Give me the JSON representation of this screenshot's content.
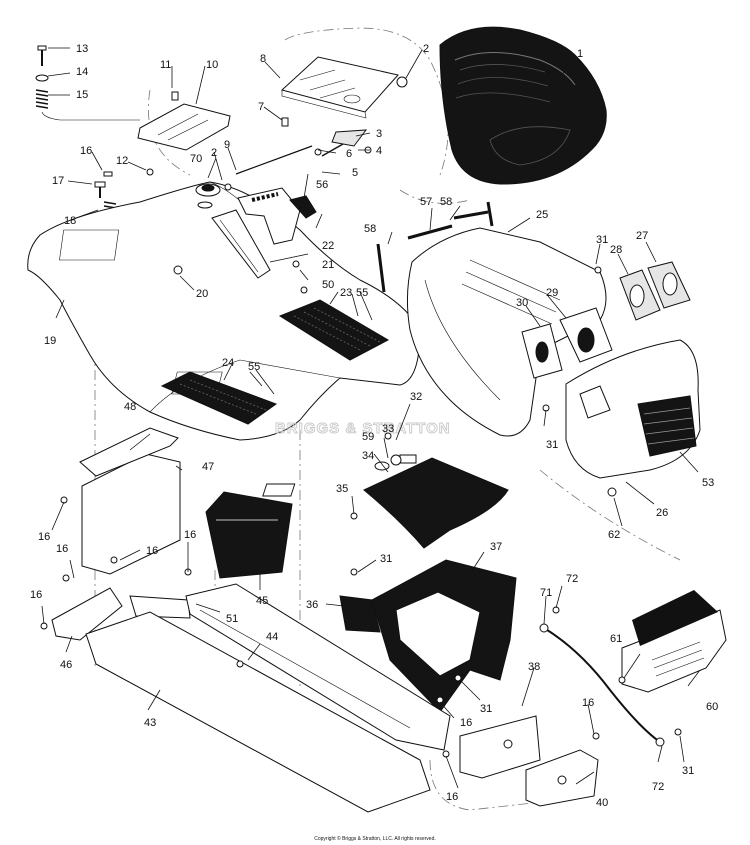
{
  "watermark": "BRIGGS & STRATTON",
  "copyright": "Copyright © Briggs & Stratton, LLC. All rights reserved.",
  "callouts": [
    {
      "id": "c1",
      "label": "1"
    },
    {
      "id": "c2a",
      "label": "2"
    },
    {
      "id": "c2b",
      "label": "2"
    },
    {
      "id": "c3",
      "label": "3"
    },
    {
      "id": "c4",
      "label": "4"
    },
    {
      "id": "c5",
      "label": "5"
    },
    {
      "id": "c6",
      "label": "6"
    },
    {
      "id": "c7",
      "label": "7"
    },
    {
      "id": "c8",
      "label": "8"
    },
    {
      "id": "c9",
      "label": "9"
    },
    {
      "id": "c10",
      "label": "10"
    },
    {
      "id": "c11",
      "label": "11"
    },
    {
      "id": "c12",
      "label": "12"
    },
    {
      "id": "c13",
      "label": "13"
    },
    {
      "id": "c14",
      "label": "14"
    },
    {
      "id": "c15",
      "label": "15"
    },
    {
      "id": "c16a",
      "label": "16"
    },
    {
      "id": "c16b",
      "label": "16"
    },
    {
      "id": "c16c",
      "label": "16"
    },
    {
      "id": "c16d",
      "label": "16"
    },
    {
      "id": "c16e",
      "label": "16"
    },
    {
      "id": "c16f",
      "label": "16"
    },
    {
      "id": "c16g",
      "label": "16"
    },
    {
      "id": "c16h",
      "label": "16"
    },
    {
      "id": "c16i",
      "label": "16"
    },
    {
      "id": "c17",
      "label": "17"
    },
    {
      "id": "c18",
      "label": "18"
    },
    {
      "id": "c19",
      "label": "19"
    },
    {
      "id": "c20",
      "label": "20"
    },
    {
      "id": "c21",
      "label": "21"
    },
    {
      "id": "c22",
      "label": "22"
    },
    {
      "id": "c23",
      "label": "23"
    },
    {
      "id": "c24",
      "label": "24"
    },
    {
      "id": "c25",
      "label": "25"
    },
    {
      "id": "c26",
      "label": "26"
    },
    {
      "id": "c27",
      "label": "27"
    },
    {
      "id": "c28",
      "label": "28"
    },
    {
      "id": "c29",
      "label": "29"
    },
    {
      "id": "c30",
      "label": "30"
    },
    {
      "id": "c31a",
      "label": "31"
    },
    {
      "id": "c31b",
      "label": "31"
    },
    {
      "id": "c31c",
      "label": "31"
    },
    {
      "id": "c31d",
      "label": "31"
    },
    {
      "id": "c31e",
      "label": "31"
    },
    {
      "id": "c32",
      "label": "32"
    },
    {
      "id": "c33",
      "label": "33"
    },
    {
      "id": "c34",
      "label": "34"
    },
    {
      "id": "c35",
      "label": "35"
    },
    {
      "id": "c36",
      "label": "36"
    },
    {
      "id": "c37",
      "label": "37"
    },
    {
      "id": "c38",
      "label": "38"
    },
    {
      "id": "c40",
      "label": "40"
    },
    {
      "id": "c43",
      "label": "43"
    },
    {
      "id": "c44",
      "label": "44"
    },
    {
      "id": "c45",
      "label": "45"
    },
    {
      "id": "c46",
      "label": "46"
    },
    {
      "id": "c47",
      "label": "47"
    },
    {
      "id": "c48",
      "label": "48"
    },
    {
      "id": "c50",
      "label": "50"
    },
    {
      "id": "c51",
      "label": "51"
    },
    {
      "id": "c53",
      "label": "53"
    },
    {
      "id": "c55a",
      "label": "55"
    },
    {
      "id": "c55b",
      "label": "55"
    },
    {
      "id": "c56",
      "label": "56"
    },
    {
      "id": "c57",
      "label": "57"
    },
    {
      "id": "c58a",
      "label": "58"
    },
    {
      "id": "c58b",
      "label": "58"
    },
    {
      "id": "c59",
      "label": "59"
    },
    {
      "id": "c60",
      "label": "60"
    },
    {
      "id": "c61",
      "label": "61"
    },
    {
      "id": "c62",
      "label": "62"
    },
    {
      "id": "c70",
      "label": "70"
    },
    {
      "id": "c71",
      "label": "71"
    },
    {
      "id": "c72a",
      "label": "72"
    },
    {
      "id": "c72b",
      "label": "72"
    }
  ]
}
